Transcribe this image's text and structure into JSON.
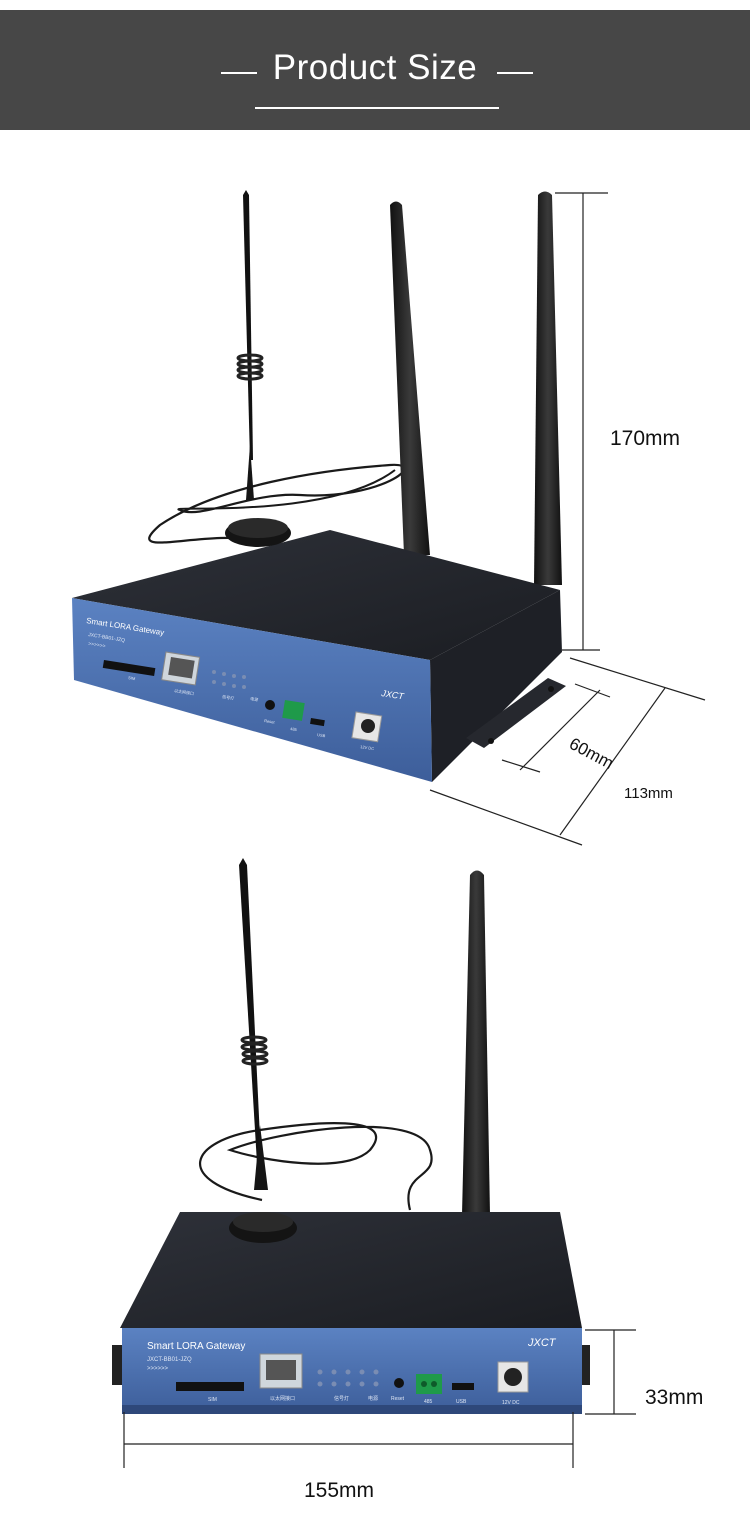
{
  "header": {
    "title": "Product Size"
  },
  "dimensions": {
    "height": "170mm",
    "width_side": "60mm",
    "depth": "113mm",
    "thickness": "33mm",
    "length": "155mm"
  },
  "device": {
    "name": "Smart LORA Gateway",
    "model": "JXCT-BB01-JZQ",
    "brand": "JXCT",
    "arrows": ">>>>>>",
    "port_sim": "SIM",
    "port_lan": "以太网接口",
    "port_reset": "Reset",
    "port_485": "485",
    "port_usb": "USB",
    "port_dc": "12V DC",
    "led_group": "信号灯",
    "led_power": "电源"
  },
  "colors": {
    "header_bg": "#474747",
    "panel_blue": "#4a6fb0",
    "case_dark": "#23262e"
  }
}
